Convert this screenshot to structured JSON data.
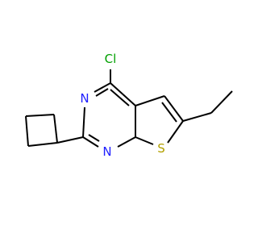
{
  "molecule": {
    "atoms": {
      "chlorine": "Cl",
      "nitrogen_top": "N",
      "nitrogen_bottom": "N",
      "sulfur": "S"
    },
    "colors": {
      "bond": "#000000",
      "chlorine": "#00a000",
      "nitrogen": "#2020ff",
      "sulfur": "#b2a000"
    }
  }
}
